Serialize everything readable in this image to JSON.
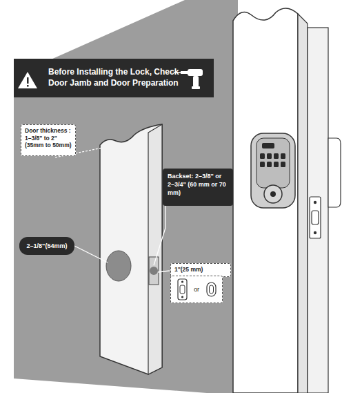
{
  "diagram": {
    "nodes": [
      {
        "text": [
          "Before Installing the Lock, Check Door Jamb and Door Preparation"
        ]
      },
      {
        "text": [
          "Door thickness : 1–3/8\" to 2\" (35mm to 50mm)"
        ]
      },
      {
        "text": [
          "Backset: 2–3/8\" or 2–3/4\" (60 mm or 70 mm)"
        ]
      },
      {
        "text": [
          "2–1/8\"(54mm)"
        ]
      },
      {
        "text": [
          "1\"(25 mm)"
        ]
      },
      {
        "text": [
          "or"
        ]
      }
    ]
  }
}
